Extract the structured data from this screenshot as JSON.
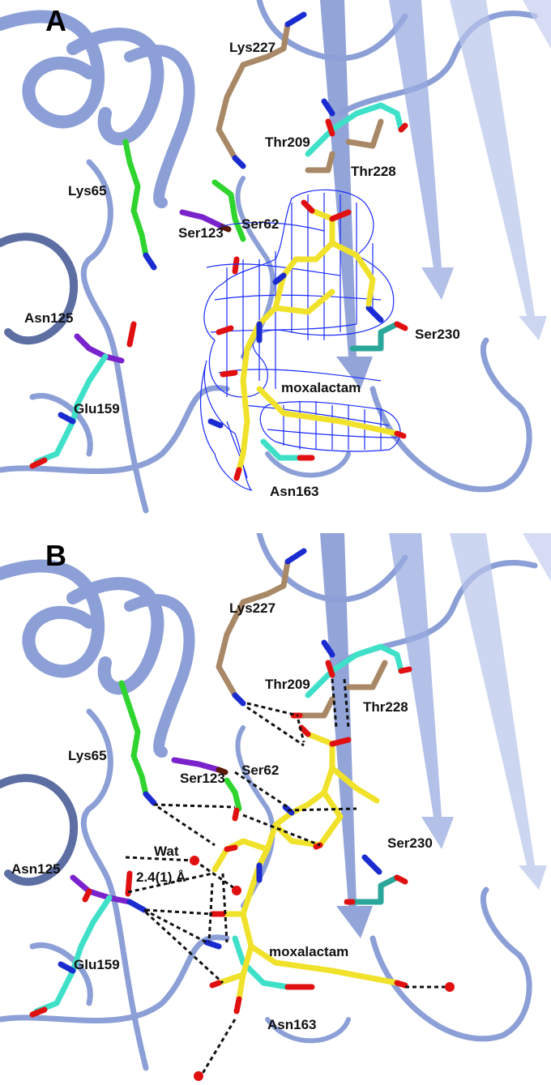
{
  "panels": [
    {
      "letter": "A",
      "residues": {
        "lys227": "Lys227",
        "thr209": "Thr209",
        "thr228": "Thr228",
        "lys65": "Lys65",
        "ser123": "Ser123",
        "ser62": "Ser62",
        "asn125": "Asn125",
        "ser230": "Ser230",
        "glu159": "Glu159",
        "moxalactam": "moxalactam",
        "asn163": "Asn163"
      }
    },
    {
      "letter": "B",
      "residues": {
        "lys227": "Lys227",
        "thr209": "Thr209",
        "thr228": "Thr228",
        "lys65": "Lys65",
        "ser123": "Ser123",
        "ser62": "Ser62",
        "asn125": "Asn125",
        "ser230": "Ser230",
        "glu159": "Glu159",
        "moxalactam": "moxalactam",
        "asn163": "Asn163"
      },
      "wat_label": "Wat",
      "distance_label": "2.4(1) Å"
    }
  ],
  "colors": {
    "ribbon": "#8c9fd6",
    "ligand": "#f0e22a",
    "density_mesh": "#1a2bff",
    "lys227_thr228": "#a88866",
    "thr209_ser230_glu159_asn163": "#3fe0c8",
    "lys65_ser62": "#2fd42f",
    "ser123_asn125": "#7a22cc",
    "oxygen": "#e01010",
    "nitrogen": "#1a2bd0",
    "water": "#e01010",
    "hbond": "#111111"
  }
}
